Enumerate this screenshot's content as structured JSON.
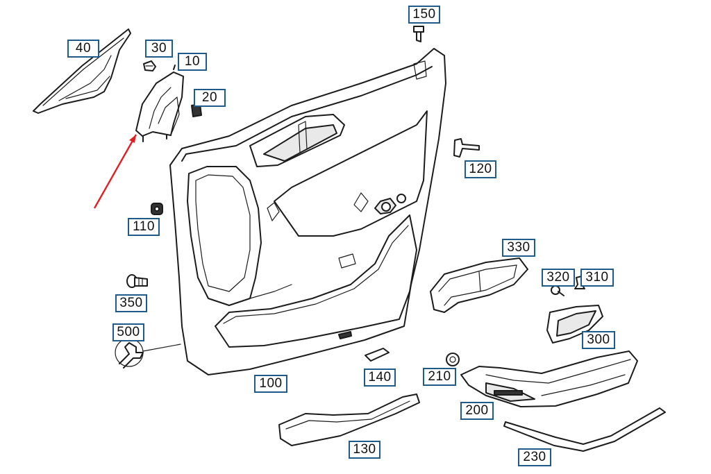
{
  "diagram": {
    "callouts": [
      {
        "id": "c150",
        "label": "150"
      },
      {
        "id": "c40",
        "label": "40"
      },
      {
        "id": "c30",
        "label": "30"
      },
      {
        "id": "c10",
        "label": "10"
      },
      {
        "id": "c20",
        "label": "20"
      },
      {
        "id": "c120",
        "label": "120"
      },
      {
        "id": "c110",
        "label": "110"
      },
      {
        "id": "c330",
        "label": "330"
      },
      {
        "id": "c320",
        "label": "320"
      },
      {
        "id": "c310",
        "label": "310"
      },
      {
        "id": "c350",
        "label": "350"
      },
      {
        "id": "c300",
        "label": "300"
      },
      {
        "id": "c500",
        "label": "500"
      },
      {
        "id": "c140",
        "label": "140"
      },
      {
        "id": "c210",
        "label": "210"
      },
      {
        "id": "c100",
        "label": "100"
      },
      {
        "id": "c200",
        "label": "200"
      },
      {
        "id": "c130",
        "label": "130"
      },
      {
        "id": "c230",
        "label": "230"
      }
    ],
    "colors": {
      "callout_border": "#1e5a8a",
      "arrow": "#e02020",
      "line": "#1b1b1b"
    }
  }
}
